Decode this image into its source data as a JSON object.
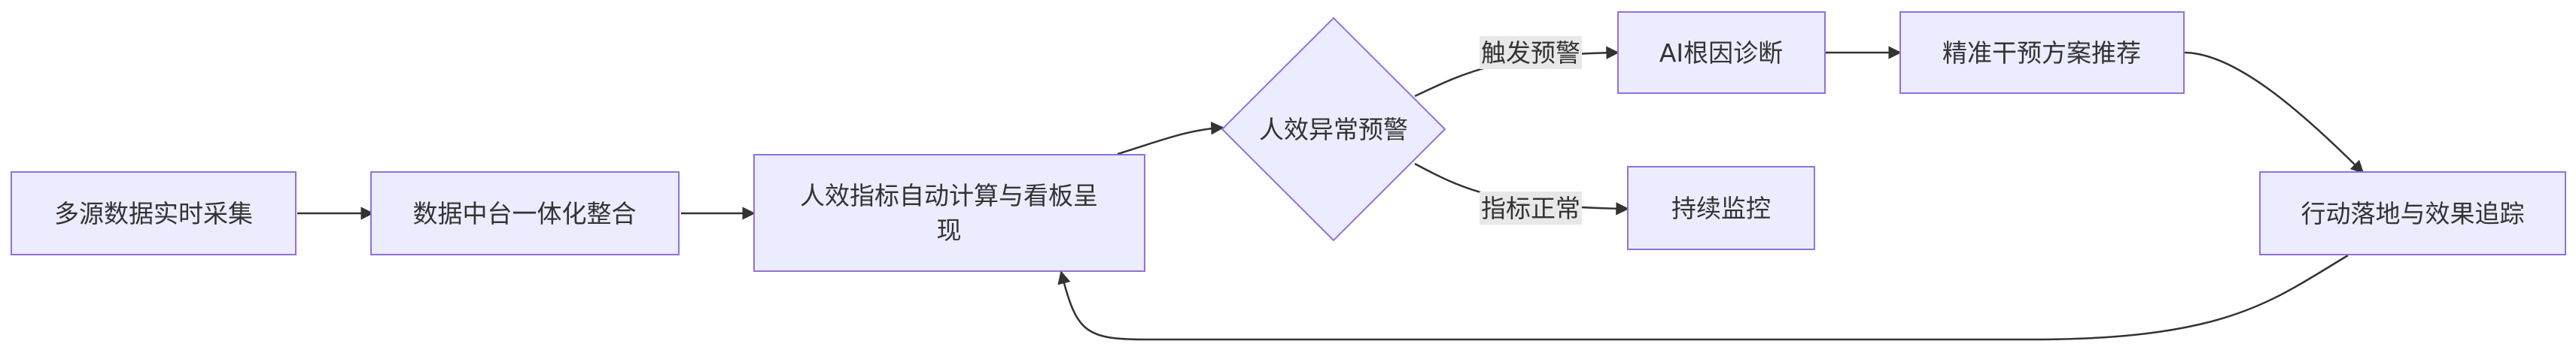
{
  "nodes": {
    "collect": "多源数据实时采集",
    "integrate": "数据中台一体化整合",
    "calc_line1": "人效指标自动计算与看板呈",
    "calc_line2": "现",
    "decision": "人效异常预警",
    "ai_diag": "AI根因诊断",
    "recommend": "精准干预方案推荐",
    "monitor": "持续监控",
    "action": "行动落地与效果追踪"
  },
  "edges": {
    "trigger_alert": "触发预警",
    "normal": "指标正常"
  },
  "colors": {
    "node_fill": "#ECECFF",
    "node_stroke": "#9370DB",
    "edge": "#333333",
    "text": "#333333",
    "label_bg": "#e8e8e8"
  }
}
